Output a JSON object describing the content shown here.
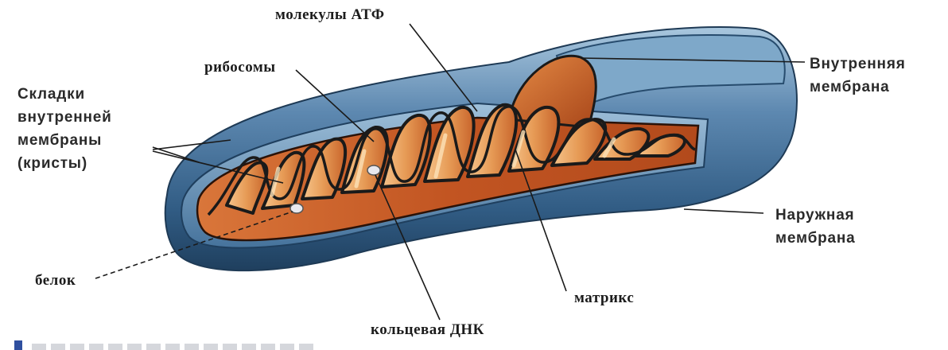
{
  "labels": {
    "atp": "молекулы АТФ",
    "ribosomes": "рибосомы",
    "cristae": [
      "Складки",
      "внутренней",
      "мембраны",
      "(кристы)"
    ],
    "inner_membrane": [
      "Внутренняя",
      "мембрана"
    ],
    "outer_membrane": [
      "Наружная",
      "мембрана"
    ],
    "protein": "белок",
    "matrix": "матрикс",
    "dna": "кольцевая ДНК"
  },
  "colors": {
    "membrane_blue": "#3f6f98",
    "membrane_light": "#8fb3d0",
    "matrix_orange": "#c9602a",
    "matrix_light": "#f2c08a",
    "crista_line": "#1a1a1a",
    "text": "#1c1c1c"
  }
}
